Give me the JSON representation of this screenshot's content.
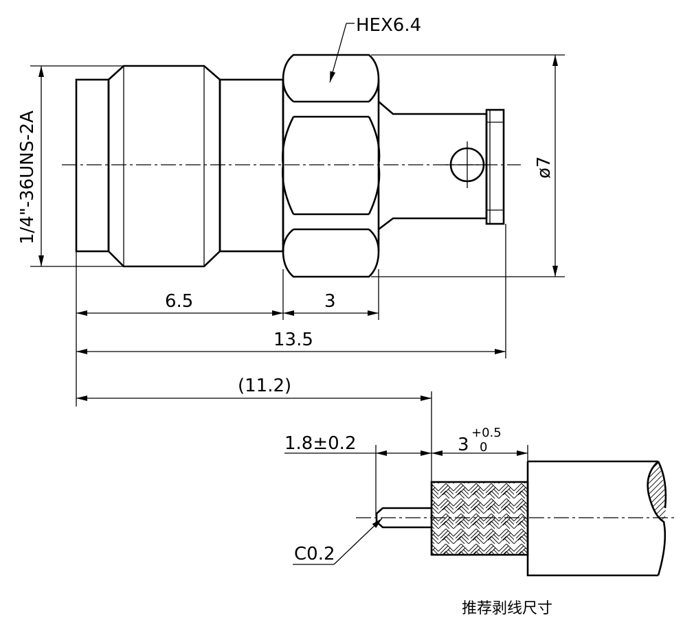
{
  "labels": {
    "hex": "HEX6.4",
    "thread": "1/4\"-36UNS-2A",
    "diameter": "ø7",
    "dim_6_5": "6.5",
    "dim_3": "3",
    "dim_13_5": "13.5",
    "dim_11_2": "(11.2)",
    "dim_1_8": "1.8±0.2",
    "dim_3_base": "3",
    "dim_3_plus": "+0.5",
    "dim_3_minus": "0",
    "chamfer": "C0.2",
    "caption": "推荐剥线尺寸"
  }
}
